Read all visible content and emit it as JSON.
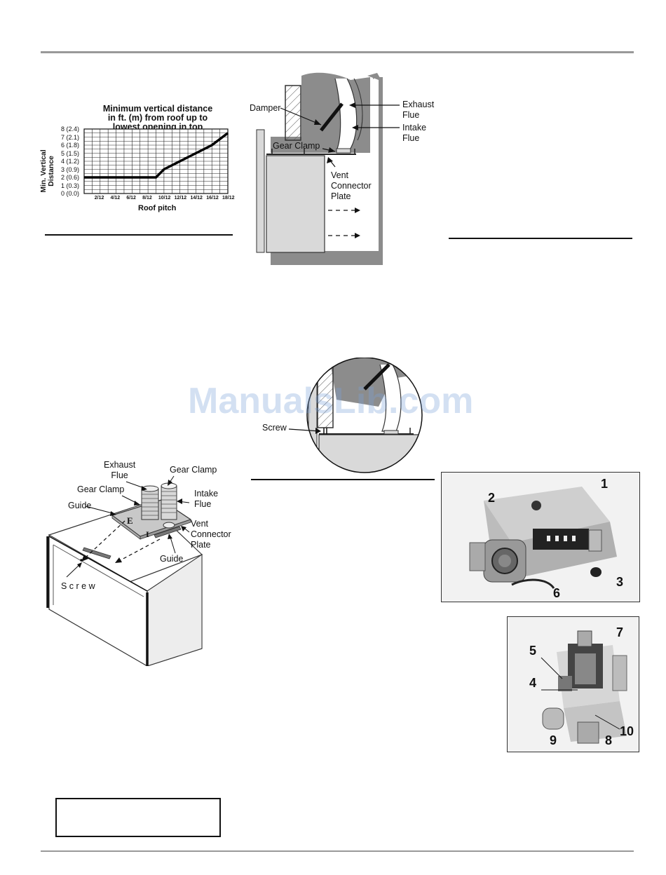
{
  "chart_data": {
    "type": "line",
    "title": "Minimum vertical distance\nin ft. (m) from roof up to\nlowest opening in top",
    "xlabel": "Roof pitch",
    "ylabel": "Min. Vertical\nDistance",
    "x_ticks": [
      "2/12",
      "4/12",
      "6/12",
      "8/12",
      "10/12",
      "12/12",
      "14/12",
      "16/12",
      "18/12"
    ],
    "y_ticks": [
      "0 (0.0)",
      "1 (0.3)",
      "2 (0.6)",
      "3 (0.9)",
      "4 (1.2)",
      "5 (1.5)",
      "6 (1.8)",
      "7 (2.1)",
      "8 (2.4)"
    ],
    "x": [
      0,
      2,
      4,
      6,
      8,
      9,
      10,
      12,
      14,
      16,
      18
    ],
    "series": [
      {
        "values": [
          2,
          2,
          2,
          2,
          2,
          2,
          3,
          4,
          5,
          6,
          7.5
        ]
      }
    ],
    "xlim": [
      0,
      18
    ],
    "ylim": [
      0,
      8
    ],
    "grid": true
  },
  "figure_damper": {
    "damper": "Damper",
    "exhaust_flue": "Exhaust\nFlue",
    "intake_flue": "Intake\nFlue",
    "gear_clamp": "Gear Clamp",
    "vent_connector_plate": "Vent\nConnector\nPlate"
  },
  "figure_screw": {
    "screw": "Screw"
  },
  "watermark": "ManualsLib.com",
  "figure_unit": {
    "exhaust_flue": "Exhaust\nFlue",
    "gear_clamp_right": "Gear Clamp",
    "gear_clamp_left": "Gear Clamp",
    "intake_flue": "Intake\nFlue",
    "guide_left": "Guide",
    "guide_right": "Guide",
    "vent_connector_plate": "Vent\nConnector\nPlate",
    "screw": "S c r e w",
    "plate_letter_e": "E",
    "plate_letter_i": "I"
  },
  "photo_valve_1": {
    "labels": [
      "1",
      "2",
      "3",
      "6"
    ]
  },
  "photo_valve_2": {
    "labels": [
      "7",
      "5",
      "4",
      "10",
      "9",
      "8"
    ]
  },
  "colors": {
    "diagram_gray": "#8c8c8c",
    "light_gray": "#d9d9d9",
    "watermark": "#a3bfe0"
  }
}
